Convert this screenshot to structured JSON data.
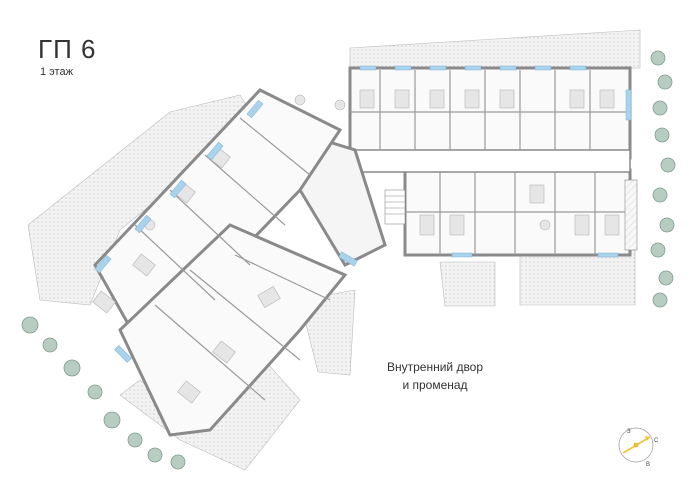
{
  "header": {
    "title": "ГП 6",
    "floor": "1 этаж"
  },
  "courtyard": {
    "line1": "Внутренний двор",
    "line2": "и променад"
  },
  "compass": {
    "north": "З",
    "east": "С",
    "south": "В"
  },
  "colors": {
    "wall": "#8a8a8a",
    "glazing": "#a9d3ec",
    "terrace": "#eeeeee",
    "tree": "#9cb8ab",
    "accent": "#f1c232"
  }
}
